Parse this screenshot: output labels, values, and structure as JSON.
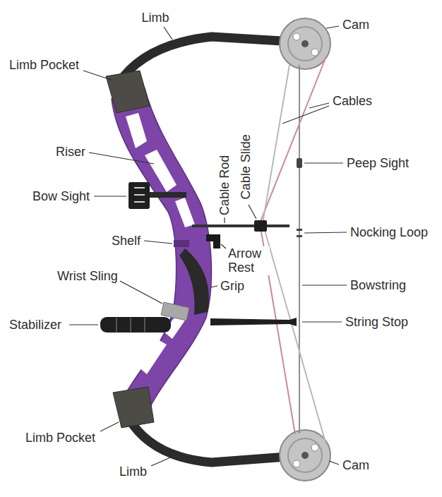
{
  "diagram": {
    "labels": [
      "Limb",
      "Cam",
      "Limb Pocket",
      "Cables",
      "Riser",
      "Peep Sight",
      "Cable Slide",
      "Cable Rod",
      "Bow Sight",
      "Nocking Loop",
      "Shelf",
      "Arrow Rest",
      "Wrist Sling",
      "Bowstring",
      "Grip",
      "String Stop",
      "Stabilizer",
      "Limb Pocket",
      "Cam",
      "Limb"
    ]
  }
}
